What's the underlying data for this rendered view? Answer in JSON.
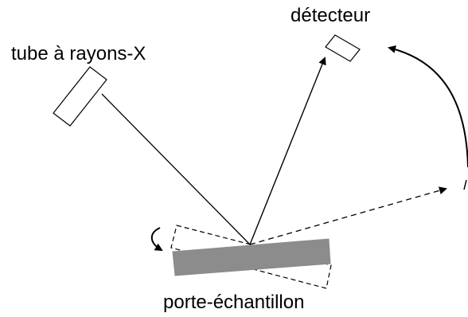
{
  "labels": {
    "tube": "tube à rayons-X",
    "detector": "détecteur",
    "sample_holder": "porte-échantillon"
  },
  "colors": {
    "line": "#000000",
    "sample_fill": "#8c8c8c",
    "background": "#ffffff"
  }
}
